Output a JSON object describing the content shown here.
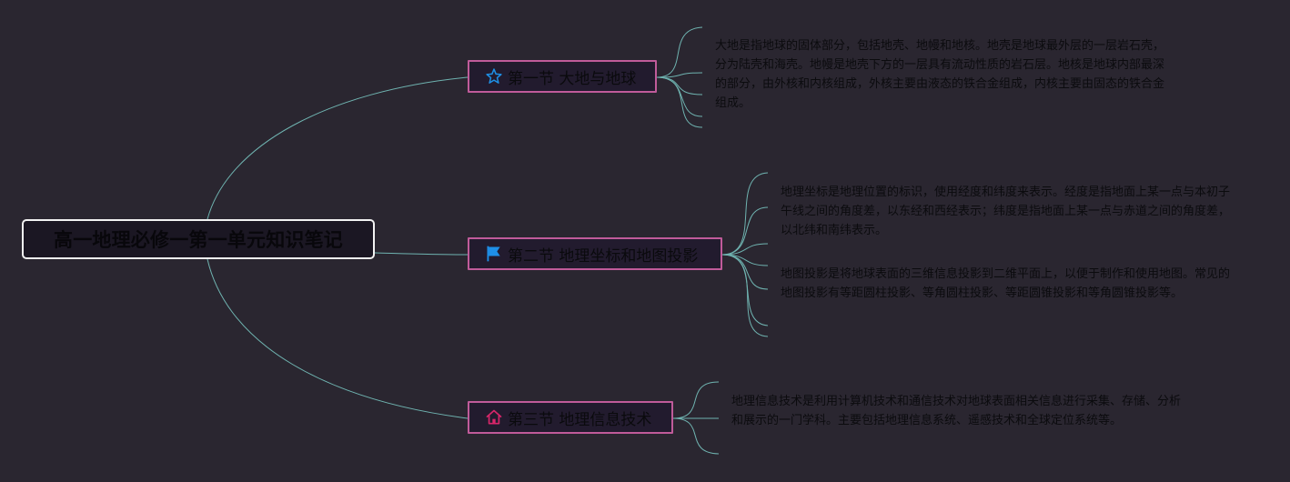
{
  "mindmap": {
    "root": {
      "title": "高一地理必修一第一单元知识笔记"
    },
    "topics": [
      {
        "label": "第一节 大地与地球",
        "icon": "star-icon",
        "icon_color": "#1e90e6",
        "notes": [
          "大地是指地球的固体部分，包括地壳、地幔和地核。地壳是地球最外层的一层岩石壳，分为陆壳和海壳。地幔是地壳下方的一层具有流动性质的岩石层。地核是地球内部最深的部分，由外核和内核组成，外核主要由液态的铁合金组成，内核主要由固态的铁合金组成。"
        ]
      },
      {
        "label": "第二节 地理坐标和地图投影",
        "icon": "flag-icon",
        "icon_color": "#1e8fe8",
        "notes": [
          "地理坐标是地理位置的标识，使用经度和纬度来表示。经度是指地面上某一点与本初子午线之间的角度差，以东经和西经表示；纬度是指地面上某一点与赤道之间的角度差，以北纬和南纬表示。",
          "地图投影是将地球表面的三维信息投影到二维平面上，以便于制作和使用地图。常见的地图投影有等距圆柱投影、等角圆柱投影、等距圆锥投影和等角圆锥投影等。"
        ]
      },
      {
        "label": "第三节 地理信息技术",
        "icon": "home-icon",
        "icon_color": "#d8266a",
        "notes": [
          "地理信息技术是利用计算机技术和通信技术对地球表面相关信息进行采集、存储、分析和展示的一门学科。主要包括地理信息系统、遥感技术和全球定位系统等。"
        ]
      }
    ],
    "colors": {
      "background": "#2a2630",
      "connector": "#6fb3b0",
      "topic_border": "#c05b9a",
      "root_border": "#f2f2f2"
    }
  }
}
